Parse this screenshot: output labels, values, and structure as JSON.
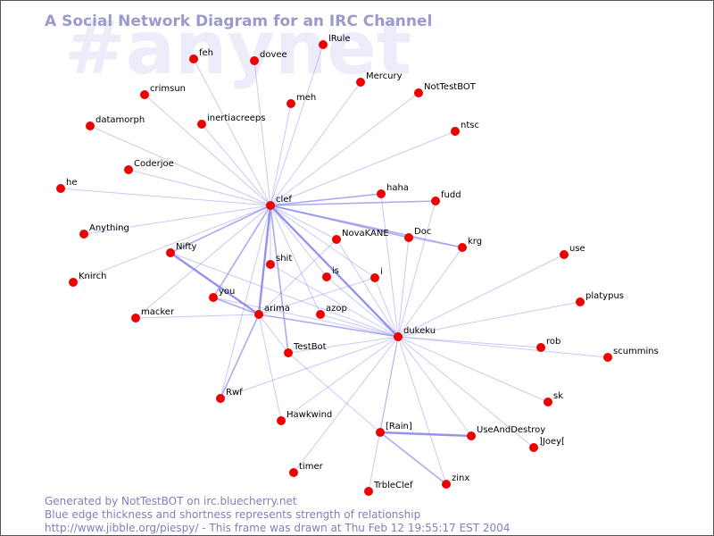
{
  "title": "A Social Network Diagram for an IRC Channel",
  "channel": "#anynet",
  "footer": {
    "line1": "Generated by NotTestBOT on irc.bluecherry.net",
    "line2": "Blue edge thickness and shortness represents strength of relationship",
    "line3": "http://www.jibble.org/piespy/ - This frame was drawn at Thu Feb 12 19:55:17 EST 2004"
  },
  "colors": {
    "node": "#ee0000",
    "edge": "#8888ee",
    "title": "#9a9acc",
    "watermark": "#ececfa",
    "footer": "#8080bb",
    "border": "#555555"
  },
  "nodes": [
    "feh",
    "dovee",
    "lRule",
    "Mercury",
    "NotTestBOT",
    "crimsun",
    "meh",
    "datamorph",
    "inertiacreeps",
    "ntsc",
    "Coderjoe",
    "he",
    "clef",
    "haha",
    "fudd",
    "Anything",
    "NovaKANE",
    "Doc",
    "krg",
    "use",
    "Nifty",
    "shit",
    "is",
    "i",
    "Knirch",
    "you",
    "platypus",
    "azop",
    "arima",
    "macker",
    "dukeku",
    "rob",
    "TestBot",
    "scummins",
    "Rwf",
    "sk",
    "Hawkwind",
    "[Rain]",
    "UseAndDestroy",
    "]Joey[",
    "timer",
    "zinx",
    "TrbleClef"
  ],
  "edges": [
    {
      "source": "clef",
      "target": "feh",
      "weight": 1
    },
    {
      "source": "clef",
      "target": "dovee",
      "weight": 1
    },
    {
      "source": "clef",
      "target": "lRule",
      "weight": 1
    },
    {
      "source": "clef",
      "target": "Mercury",
      "weight": 1
    },
    {
      "source": "clef",
      "target": "NotTestBOT",
      "weight": 1
    },
    {
      "source": "clef",
      "target": "crimsun",
      "weight": 1
    },
    {
      "source": "clef",
      "target": "meh",
      "weight": 1
    },
    {
      "source": "clef",
      "target": "datamorph",
      "weight": 1
    },
    {
      "source": "clef",
      "target": "inertiacreeps",
      "weight": 1
    },
    {
      "source": "clef",
      "target": "ntsc",
      "weight": 1
    },
    {
      "source": "clef",
      "target": "Coderjoe",
      "weight": 1
    },
    {
      "source": "clef",
      "target": "he",
      "weight": 1
    },
    {
      "source": "clef",
      "target": "haha",
      "weight": 2
    },
    {
      "source": "clef",
      "target": "fudd",
      "weight": 2
    },
    {
      "source": "clef",
      "target": "Anything",
      "weight": 1
    },
    {
      "source": "clef",
      "target": "Knirch",
      "weight": 1
    },
    {
      "source": "clef",
      "target": "NovaKANE",
      "weight": 1
    },
    {
      "source": "clef",
      "target": "Doc",
      "weight": 2
    },
    {
      "source": "clef",
      "target": "krg",
      "weight": 2
    },
    {
      "source": "clef",
      "target": "Nifty",
      "weight": 2
    },
    {
      "source": "clef",
      "target": "shit",
      "weight": 1
    },
    {
      "source": "clef",
      "target": "is",
      "weight": 1
    },
    {
      "source": "clef",
      "target": "i",
      "weight": 1
    },
    {
      "source": "clef",
      "target": "you",
      "weight": 2
    },
    {
      "source": "clef",
      "target": "azop",
      "weight": 1
    },
    {
      "source": "clef",
      "target": "arima",
      "weight": 3
    },
    {
      "source": "clef",
      "target": "macker",
      "weight": 1
    },
    {
      "source": "clef",
      "target": "dukeku",
      "weight": 3
    },
    {
      "source": "clef",
      "target": "TestBot",
      "weight": 2
    },
    {
      "source": "clef",
      "target": "Rwf",
      "weight": 1
    },
    {
      "source": "Nifty",
      "target": "arima",
      "weight": 3
    },
    {
      "source": "Nifty",
      "target": "dukeku",
      "weight": 1
    },
    {
      "source": "arima",
      "target": "you",
      "weight": 2
    },
    {
      "source": "arima",
      "target": "macker",
      "weight": 1
    },
    {
      "source": "arima",
      "target": "dukeku",
      "weight": 2
    },
    {
      "source": "arima",
      "target": "Rwf",
      "weight": 2
    },
    {
      "source": "arima",
      "target": "Hawkwind",
      "weight": 1
    },
    {
      "source": "arima",
      "target": "NovaKANE",
      "weight": 1
    },
    {
      "source": "arima",
      "target": "i",
      "weight": 1
    },
    {
      "source": "arima",
      "target": "TestBot",
      "weight": 1
    },
    {
      "source": "dukeku",
      "target": "haha",
      "weight": 1
    },
    {
      "source": "dukeku",
      "target": "fudd",
      "weight": 1
    },
    {
      "source": "dukeku",
      "target": "Doc",
      "weight": 1
    },
    {
      "source": "dukeku",
      "target": "krg",
      "weight": 1
    },
    {
      "source": "dukeku",
      "target": "use",
      "weight": 1
    },
    {
      "source": "dukeku",
      "target": "platypus",
      "weight": 1
    },
    {
      "source": "dukeku",
      "target": "rob",
      "weight": 1
    },
    {
      "source": "dukeku",
      "target": "scummins",
      "weight": 1
    },
    {
      "source": "dukeku",
      "target": "sk",
      "weight": 1
    },
    {
      "source": "dukeku",
      "target": "]Joey[",
      "weight": 1
    },
    {
      "source": "dukeku",
      "target": "UseAndDestroy",
      "weight": 1
    },
    {
      "source": "dukeku",
      "target": "[Rain]",
      "weight": 1
    },
    {
      "source": "dukeku",
      "target": "zinx",
      "weight": 1
    },
    {
      "source": "dukeku",
      "target": "TrbleClef",
      "weight": 1
    },
    {
      "source": "dukeku",
      "target": "timer",
      "weight": 1
    },
    {
      "source": "dukeku",
      "target": "Hawkwind",
      "weight": 1
    },
    {
      "source": "dukeku",
      "target": "TestBot",
      "weight": 1
    },
    {
      "source": "dukeku",
      "target": "Rwf",
      "weight": 1
    },
    {
      "source": "dukeku",
      "target": "NovaKANE",
      "weight": 1
    },
    {
      "source": "dukeku",
      "target": "is",
      "weight": 1
    },
    {
      "source": "dukeku",
      "target": "i",
      "weight": 1
    },
    {
      "source": "dukeku",
      "target": "azop",
      "weight": 1
    },
    {
      "source": "dukeku",
      "target": "you",
      "weight": 1
    },
    {
      "source": "dukeku",
      "target": "shit",
      "weight": 1
    },
    {
      "source": "[Rain]",
      "target": "UseAndDestroy",
      "weight": 3
    },
    {
      "source": "[Rain]",
      "target": "zinx",
      "weight": 2
    },
    {
      "source": "TestBot",
      "target": "[Rain]",
      "weight": 1
    },
    {
      "source": "Doc",
      "target": "krg",
      "weight": 1
    }
  ]
}
